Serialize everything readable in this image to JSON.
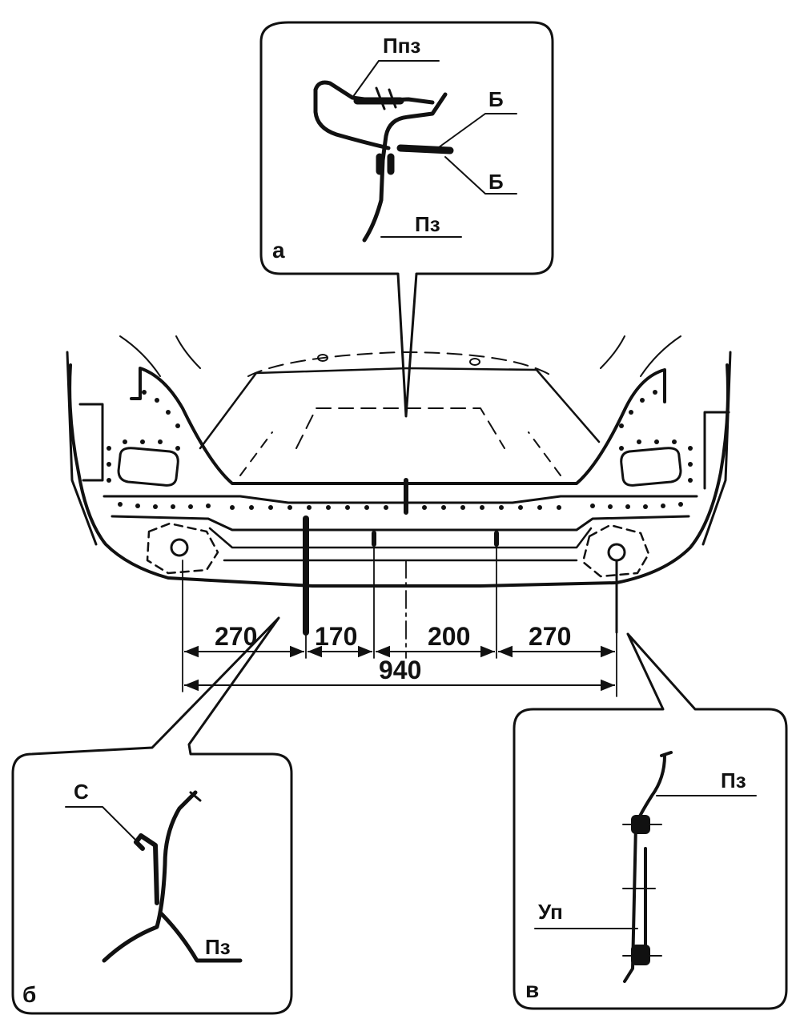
{
  "figure": {
    "dimensions": {
      "d1": "270",
      "d2": "170",
      "d3": "200",
      "d4": "270",
      "total": "940"
    },
    "panels": {
      "a": {
        "letter": "а",
        "callouts": {
          "ppz": "Ппз",
          "b1": "Б",
          "b2": "Б",
          "pz": "Пз"
        }
      },
      "b": {
        "letter": "б",
        "callouts": {
          "c": "С",
          "pz": "Пз"
        }
      },
      "v": {
        "letter": "в",
        "callouts": {
          "pz": "Пз",
          "up": "Уп"
        }
      }
    }
  }
}
